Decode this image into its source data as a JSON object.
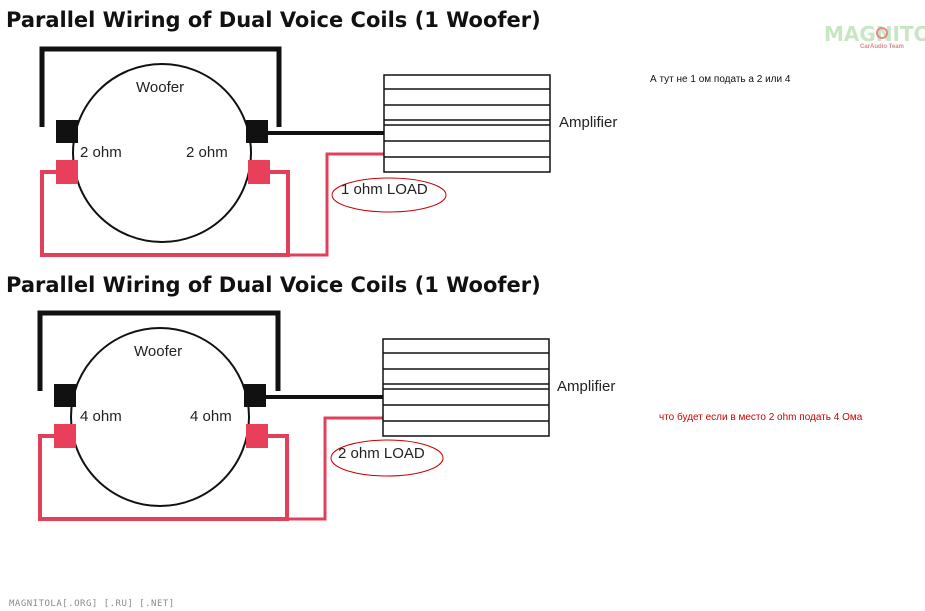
{
  "logo": {
    "text": "MAGNITOLA",
    "subtitle": "CarAudio Team"
  },
  "diagrams": [
    {
      "title": "Parallel Wiring of Dual Voice Coils (1 Woofer)",
      "woofer_label": "Woofer",
      "coil_left": "2 ohm",
      "coil_right": "2 ohm",
      "amplifier_label": "Amplifier",
      "load_label": "1 ohm LOAD",
      "note": "А тут не 1 ом  подать а  2 или 4"
    },
    {
      "title": "Parallel Wiring of Dual Voice Coils (1 Woofer)",
      "woofer_label": "Woofer",
      "coil_left": "4 ohm",
      "coil_right": "4 ohm",
      "amplifier_label": "Amplifier",
      "load_label": "2 ohm LOAD",
      "note": "что будет если в место 2 ohm подать 4 Ома"
    }
  ],
  "footer": "MAGNITOLA[.ORG] [.RU] [.NET]",
  "colors": {
    "wire_black": "#111111",
    "wire_red": "#e0405a",
    "terminal_red": "#e8405a",
    "annotation_red": "#cc0000"
  }
}
